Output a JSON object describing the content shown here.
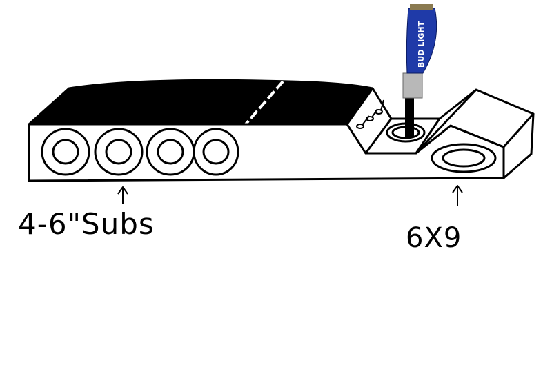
{
  "labels": {
    "subs": "4-6\"Subs",
    "six_by_nine": "6X9"
  },
  "tap_handle_logo": "BUD LIGHT",
  "colors": {
    "ink": "#000000",
    "handle_blue": "#1f3aa8",
    "handle_silver": "#b8b8b8"
  }
}
